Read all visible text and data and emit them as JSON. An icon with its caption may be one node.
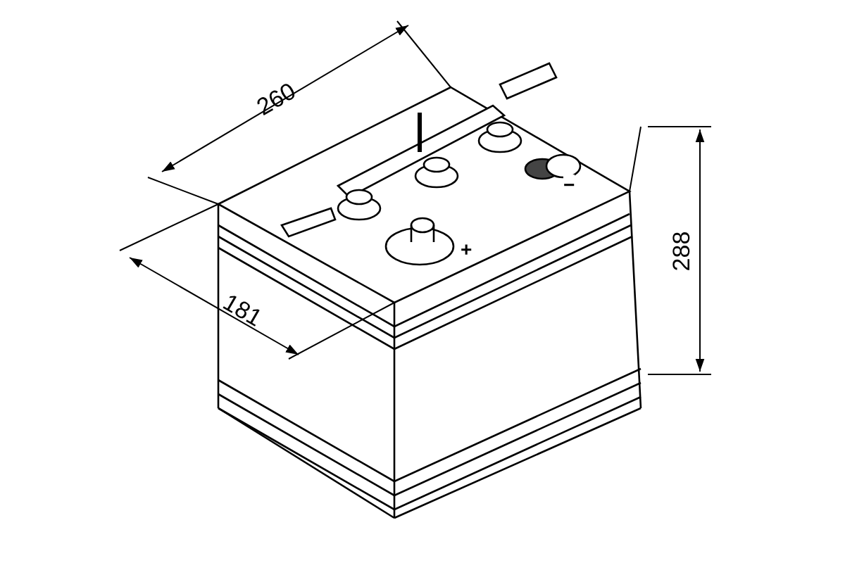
{
  "diagram": {
    "labels": [
      "260",
      "181",
      "288",
      "+",
      "−"
    ]
  }
}
